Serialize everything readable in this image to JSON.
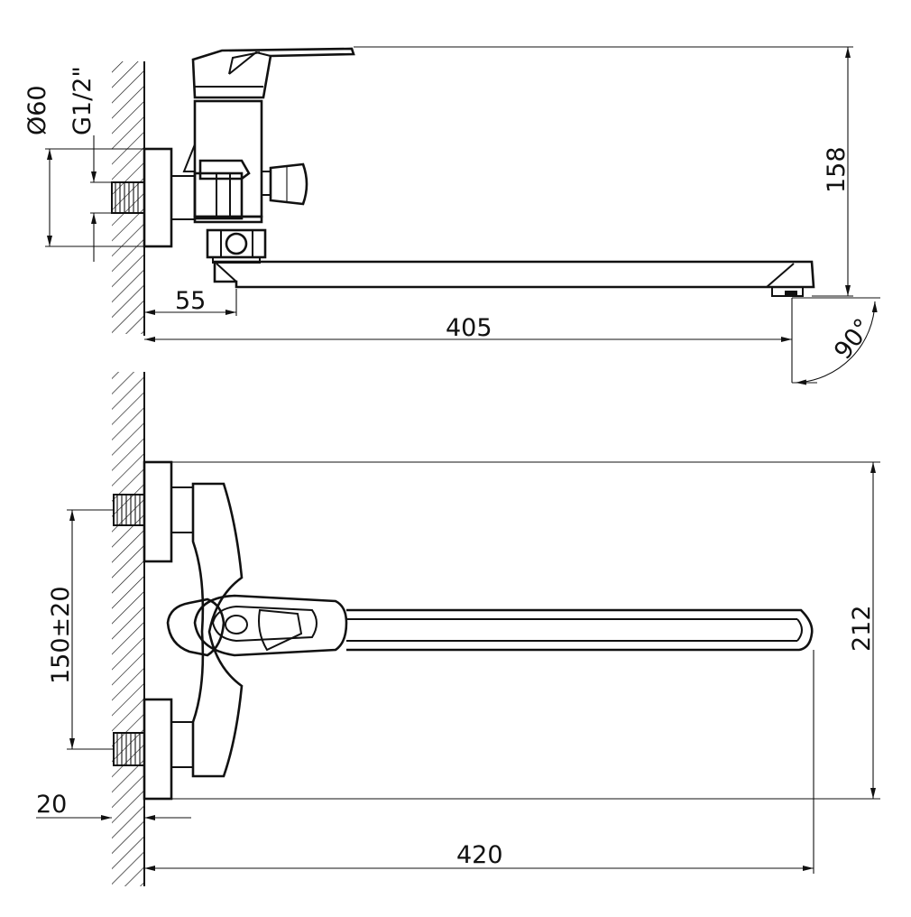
{
  "side_view": {
    "dim_flange_diameter": "Ø60",
    "dim_thread": "G1/2\"",
    "dim_height": "158",
    "dim_wall_offset": "55",
    "dim_spout_reach": "405",
    "dim_angle": "90°"
  },
  "top_view": {
    "dim_center_distance": "150±20",
    "dim_depth": "212",
    "dim_wall_gap": "20",
    "dim_total_length": "420"
  }
}
